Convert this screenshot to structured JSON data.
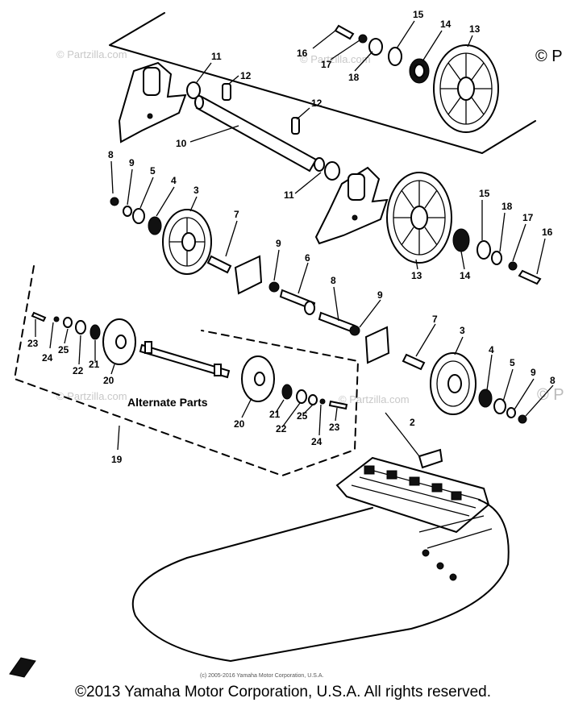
{
  "watermarks": [
    "© Partzilla.com",
    "© Partzilla.com",
    "© Partzilla.com",
    "© Partzilla.com",
    "© P",
    "© P"
  ],
  "callouts": [
    "16",
    "17",
    "18",
    "15",
    "14",
    "13",
    "11",
    "12",
    "12",
    "10",
    "8",
    "9",
    "5",
    "4",
    "3",
    "7",
    "11",
    "15",
    "18",
    "17",
    "16",
    "13",
    "14",
    "9",
    "6",
    "8",
    "9",
    "7",
    "3",
    "4",
    "5",
    "9",
    "8",
    "23",
    "24",
    "25",
    "22",
    "21",
    "20",
    "20",
    "21",
    "22",
    "25",
    "24",
    "23",
    "19",
    "2"
  ],
  "alternate_label": "Alternate Parts",
  "fine_print": "(c) 2005-2016 Yamaha Motor Corporation, U.S.A.",
  "copyright": "©2013 Yamaha Motor Corporation, U.S.A. All rights reserved."
}
